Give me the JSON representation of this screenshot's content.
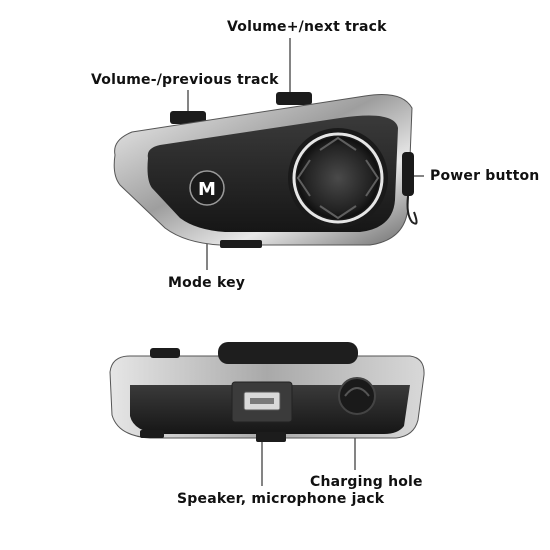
{
  "labels": {
    "volume_plus": "Volume+/next track",
    "volume_minus": "Volume-/previous track",
    "power": "Power button",
    "mode": "Mode key",
    "charging": "Charging hole",
    "speaker": "Speaker, microphone jack"
  },
  "logo_letter": "M",
  "colors": {
    "body_dark": "#2b2b2b",
    "silver": "#c9c9c9",
    "leader": "#333333"
  }
}
